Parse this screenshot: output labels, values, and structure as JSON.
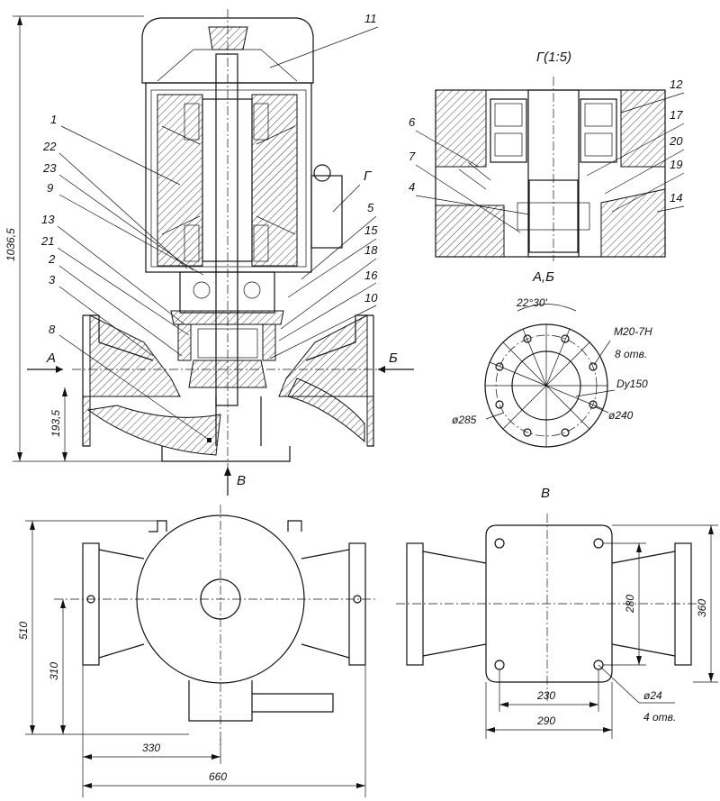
{
  "views": {
    "section_title": "Г(1:5)",
    "flange_title": "А,Б",
    "bottom_title": "В",
    "arrow_A": "А",
    "arrow_B": "Б",
    "arrow_V": "В",
    "callout_G": "Г"
  },
  "part_labels": [
    "1",
    "22",
    "23",
    "9",
    "13",
    "21",
    "2",
    "3",
    "8",
    "11",
    "5",
    "15",
    "18",
    "16",
    "10",
    "6",
    "7",
    "4",
    "12",
    "17",
    "20",
    "19",
    "14"
  ],
  "dimensions": {
    "overall_height": "1036,5",
    "inlet_height": "193,5",
    "angle": "22°30'",
    "thread": "M20-7H",
    "holes_flange": "8 отв.",
    "dy": "Dy150",
    "d285": "ø285",
    "d240": "ø240",
    "w510": "510",
    "w310": "310",
    "w330": "330",
    "w660": "660",
    "d280": "280",
    "d360": "360",
    "d230": "230",
    "d290": "290",
    "d24": "ø24",
    "holes_base": "4 отв."
  }
}
